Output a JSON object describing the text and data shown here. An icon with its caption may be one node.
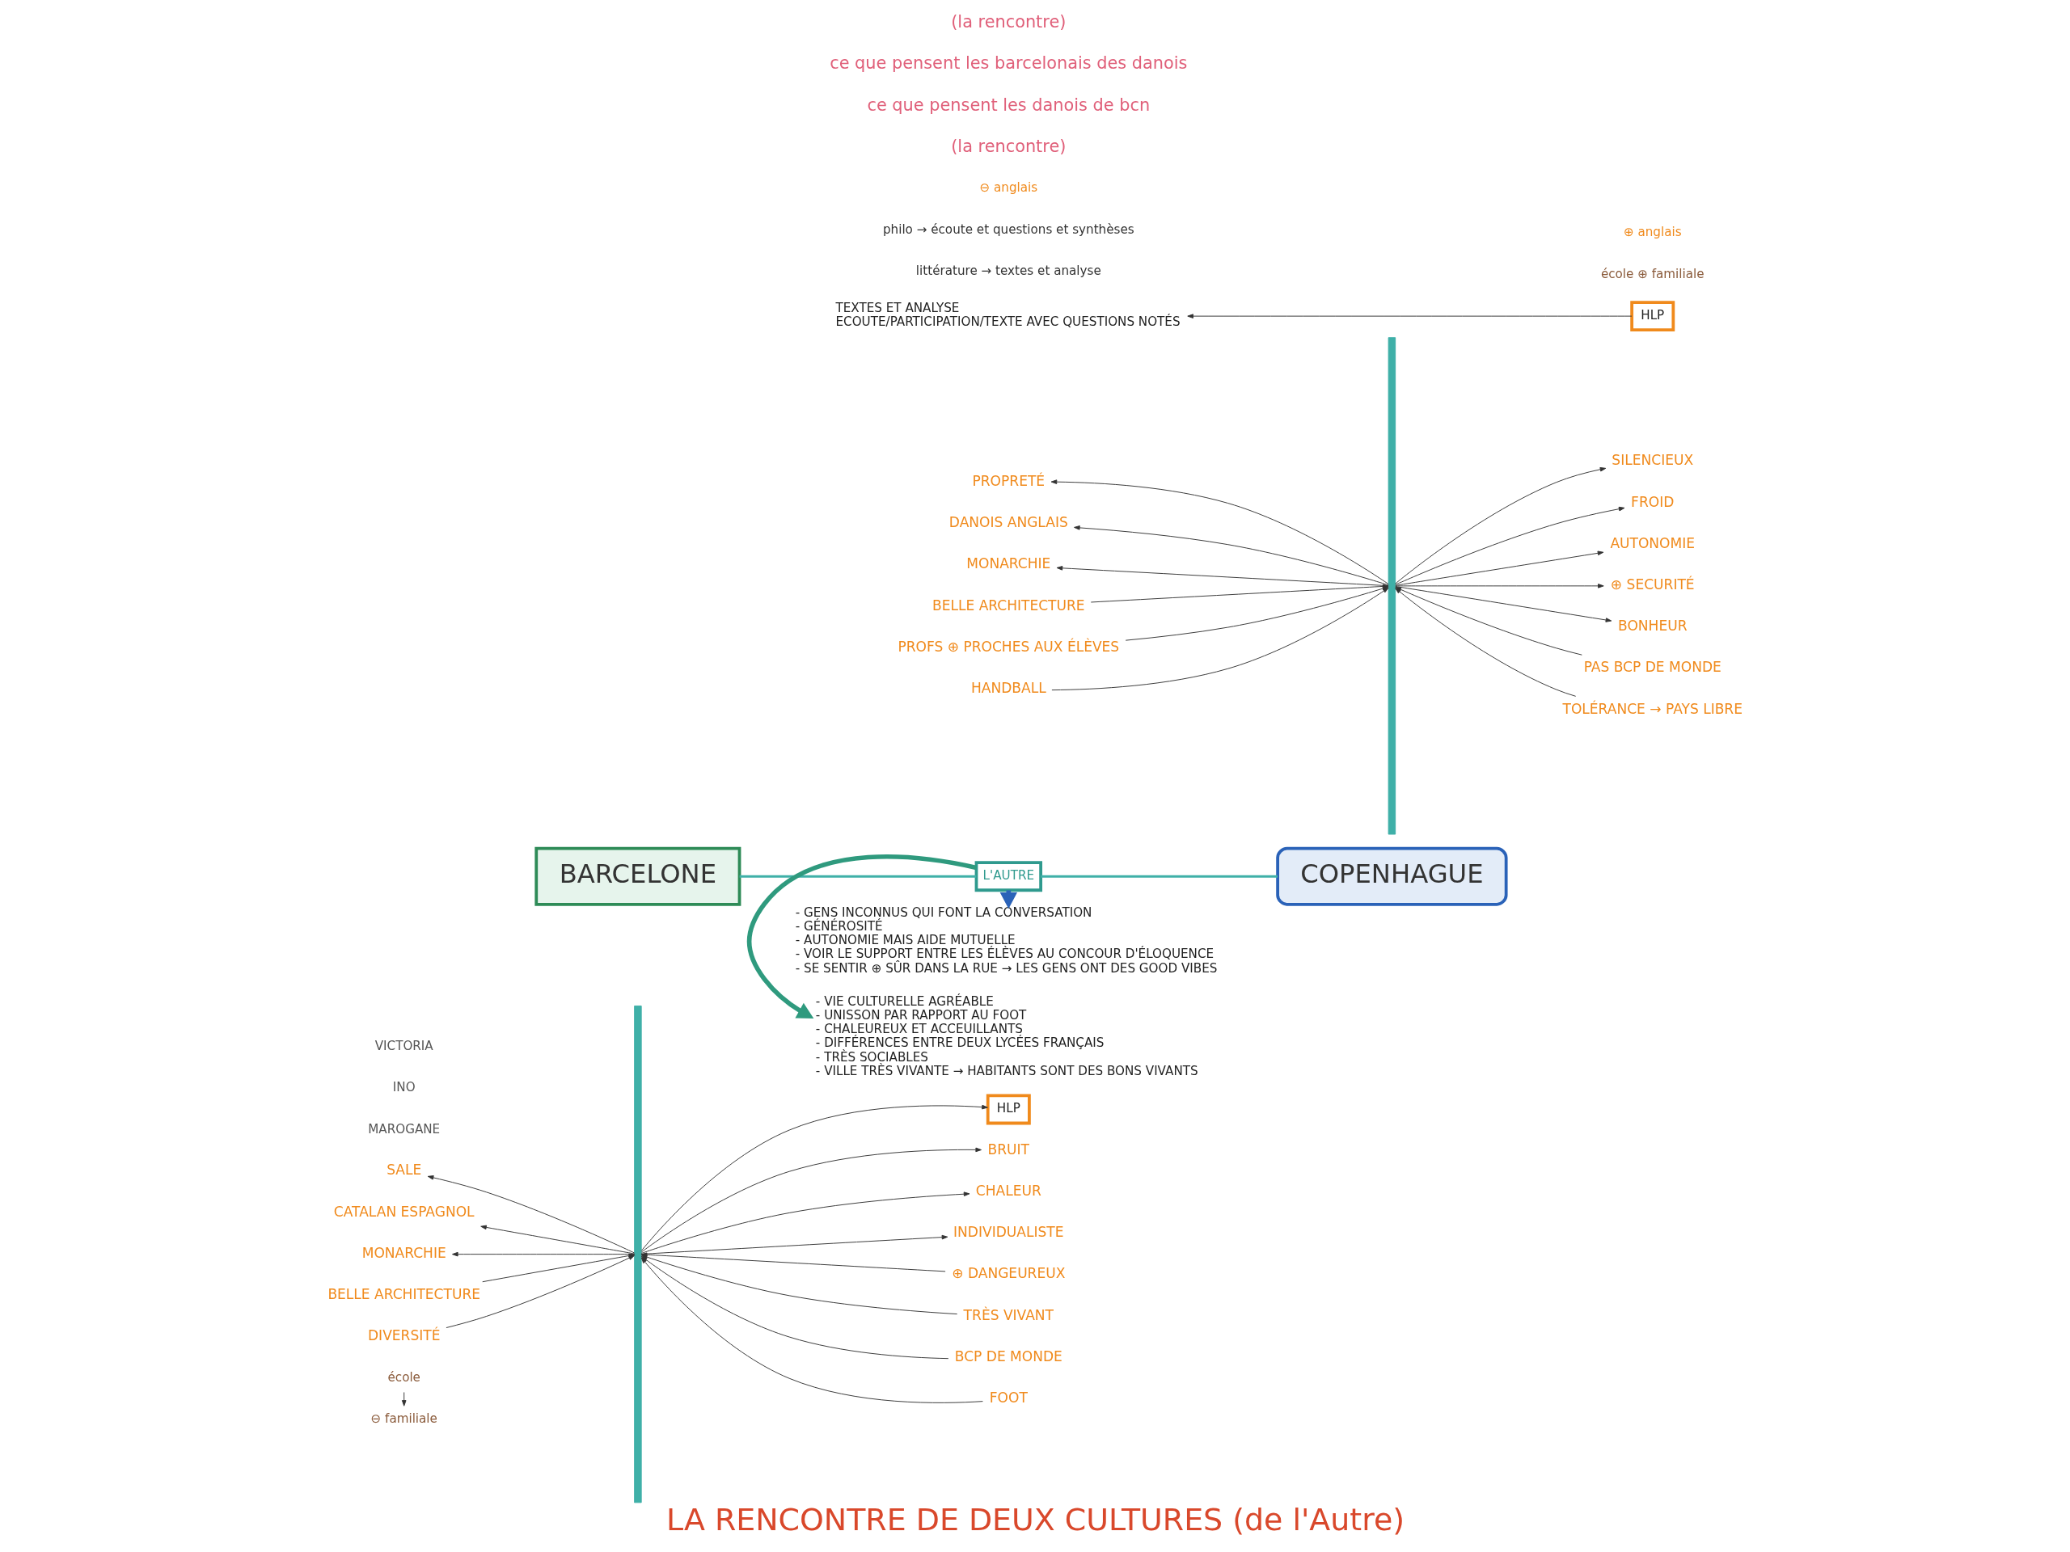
{
  "diagram": {
    "title": "LA RENCONTRE DE DEUX CULTURES (de l'Autre)",
    "nodes": [
      {
        "text": [
          "école"
        ]
      },
      {
        "text": [
          "⊖ familiale"
        ]
      },
      {
        "text": [
          "HLP"
        ]
      },
      {
        "text": [
          "BARCELONE"
        ]
      },
      {
        "text": [],
        "shape": "bar"
      },
      {
        "text": [
          "SALE"
        ]
      },
      {
        "text": [
          "BRUIT"
        ]
      },
      {
        "text": [
          "CHALEUR"
        ]
      },
      {
        "text": [
          "CATALAN ESPAGNOL"
        ]
      },
      {
        "text": [
          "INDIVIDUALISTE"
        ]
      },
      {
        "text": [
          "MONARCHIE"
        ]
      },
      {
        "text": [
          "⊕ DANGEUREUX"
        ]
      },
      {
        "text": [
          "BELLE ARCHITECTURE"
        ]
      },
      {
        "text": [
          "TRÈS VIVANT"
        ]
      },
      {
        "text": [
          "BCP DE MONDE"
        ]
      },
      {
        "text": [
          "DIVERSITÉ"
        ]
      },
      {
        "text": [
          "FOOT"
        ]
      },
      {
        "text": [
          "L'AUTRE"
        ]
      },
      {
        "text": [
          "- VIE CULTURELLE AGRÉABLE",
          "- UNISSON PAR RAPPORT AU FOOT",
          "- CHALEUREUX ET ACCEUILLANTS",
          "- DIFFÉRENCES ENTRE DEUX LYCÉES FRANÇAIS",
          "- TRÈS SOCIABLES",
          "- VILLE TRÈS VIVANTE → HABITANTS SONT DES BONS VIVANTS"
        ]
      },
      {
        "text": [
          "- GENS INCONNUS QUI FONT LA CONVERSATION",
          "- GÉNÉROSITÉ",
          "- AUTONOMIE MAIS AIDE MUTUELLE",
          "- VOIR LE SUPPORT ENTRE LES ÉLÈVES AU CONCOUR D'ÉLOQUENCE",
          "- SE SENTIR ⊕ SÛR DANS LA RUE → LES GENS ONT DES GOOD VIBES"
        ]
      },
      {
        "text": [
          "COPENHAGUE"
        ]
      },
      {
        "text": [],
        "shape": "bar"
      },
      {
        "text": [
          "HLP"
        ]
      },
      {
        "text": [
          "TEXTES ET ANALYSE",
          "ECOUTE/PARTICIPATION/TEXTE AVEC QUESTIONS NOTÉS"
        ]
      },
      {
        "text": [
          "SILENCIEUX"
        ]
      },
      {
        "text": [
          "PROPRETÉ"
        ]
      },
      {
        "text": [
          "FROID"
        ]
      },
      {
        "text": [
          "DANOIS ANGLAIS"
        ]
      },
      {
        "text": [
          "AUTONOMIE"
        ]
      },
      {
        "text": [
          "MONARCHIE"
        ]
      },
      {
        "text": [
          "⊕ SECURITÉ"
        ]
      },
      {
        "text": [
          "BELLE ARCHITECTURE"
        ]
      },
      {
        "text": [
          "BONHEUR"
        ]
      },
      {
        "text": [
          "PAS BCP DE MONDE"
        ]
      },
      {
        "text": [
          "PROFS ⊕ PROCHES AUX ÉLÈVES"
        ]
      },
      {
        "text": [
          "TOLÉRANCE → PAYS LIBRE"
        ]
      },
      {
        "text": [
          "HANDBALL"
        ]
      }
    ],
    "edges": [
      {
        "from": 0,
        "to": 1,
        "arrow": "to"
      },
      {
        "from": 4,
        "to": 2,
        "arrow": "to"
      },
      {
        "from": 4,
        "to": 5,
        "arrow": "to"
      },
      {
        "from": 4,
        "to": 6,
        "arrow": "to"
      },
      {
        "from": 4,
        "to": 7,
        "arrow": "to"
      },
      {
        "from": 4,
        "to": 8,
        "arrow": "to"
      },
      {
        "from": 4,
        "to": 9,
        "arrow": "to"
      },
      {
        "from": 4,
        "to": 10,
        "arrow": "to"
      },
      {
        "from": 11,
        "to": 4,
        "arrow": "to"
      },
      {
        "from": 12,
        "to": 4,
        "arrow": "to"
      },
      {
        "from": 13,
        "to": 4,
        "arrow": "to"
      },
      {
        "from": 14,
        "to": 4,
        "arrow": "to"
      },
      {
        "from": 15,
        "to": 4,
        "arrow": "to"
      },
      {
        "from": 16,
        "to": 4,
        "arrow": "to"
      },
      {
        "from": 3,
        "to": 17,
        "arrow": "none",
        "color": "#3fb0a8"
      },
      {
        "from": 17,
        "to": 20,
        "arrow": "none",
        "color": "#3fb0a8"
      },
      {
        "from": 17,
        "to": 18,
        "arrow": "to",
        "style": "thick",
        "color": "#2f9a7e"
      },
      {
        "from": 17,
        "to": 19,
        "arrow": "to",
        "style": "thick",
        "color": "#2a62b8"
      },
      {
        "from": 22,
        "to": 23,
        "arrow": "to"
      },
      {
        "from": 21,
        "to": 24,
        "arrow": "to"
      },
      {
        "from": 21,
        "to": 25,
        "arrow": "to"
      },
      {
        "from": 21,
        "to": 26,
        "arrow": "to"
      },
      {
        "from": 21,
        "to": 27,
        "arrow": "to"
      },
      {
        "from": 21,
        "to": 28,
        "arrow": "to"
      },
      {
        "from": 21,
        "to": 29,
        "arrow": "to"
      },
      {
        "from": 21,
        "to": 30,
        "arrow": "to"
      },
      {
        "from": 31,
        "to": 21,
        "arrow": "to"
      },
      {
        "from": 21,
        "to": 32,
        "arrow": "to"
      },
      {
        "from": 33,
        "to": 21,
        "arrow": "to"
      },
      {
        "from": 34,
        "to": 21,
        "arrow": "to"
      },
      {
        "from": 35,
        "to": 21,
        "arrow": "to"
      },
      {
        "from": 36,
        "to": 21,
        "arrow": "to"
      }
    ],
    "labels": [
      "littérature → textes et analyse",
      "philo → écoute et questions et synthèses",
      "⊖ anglais",
      "(la rencontre)",
      "ce que pensent les danois de bcn",
      "école ⊕ familiale",
      "⊕ anglais",
      "ce que pensent les barcelonais des danois",
      "(la rencontre)",
      "MAROGANE",
      "INO",
      "VICTORIA"
    ]
  }
}
